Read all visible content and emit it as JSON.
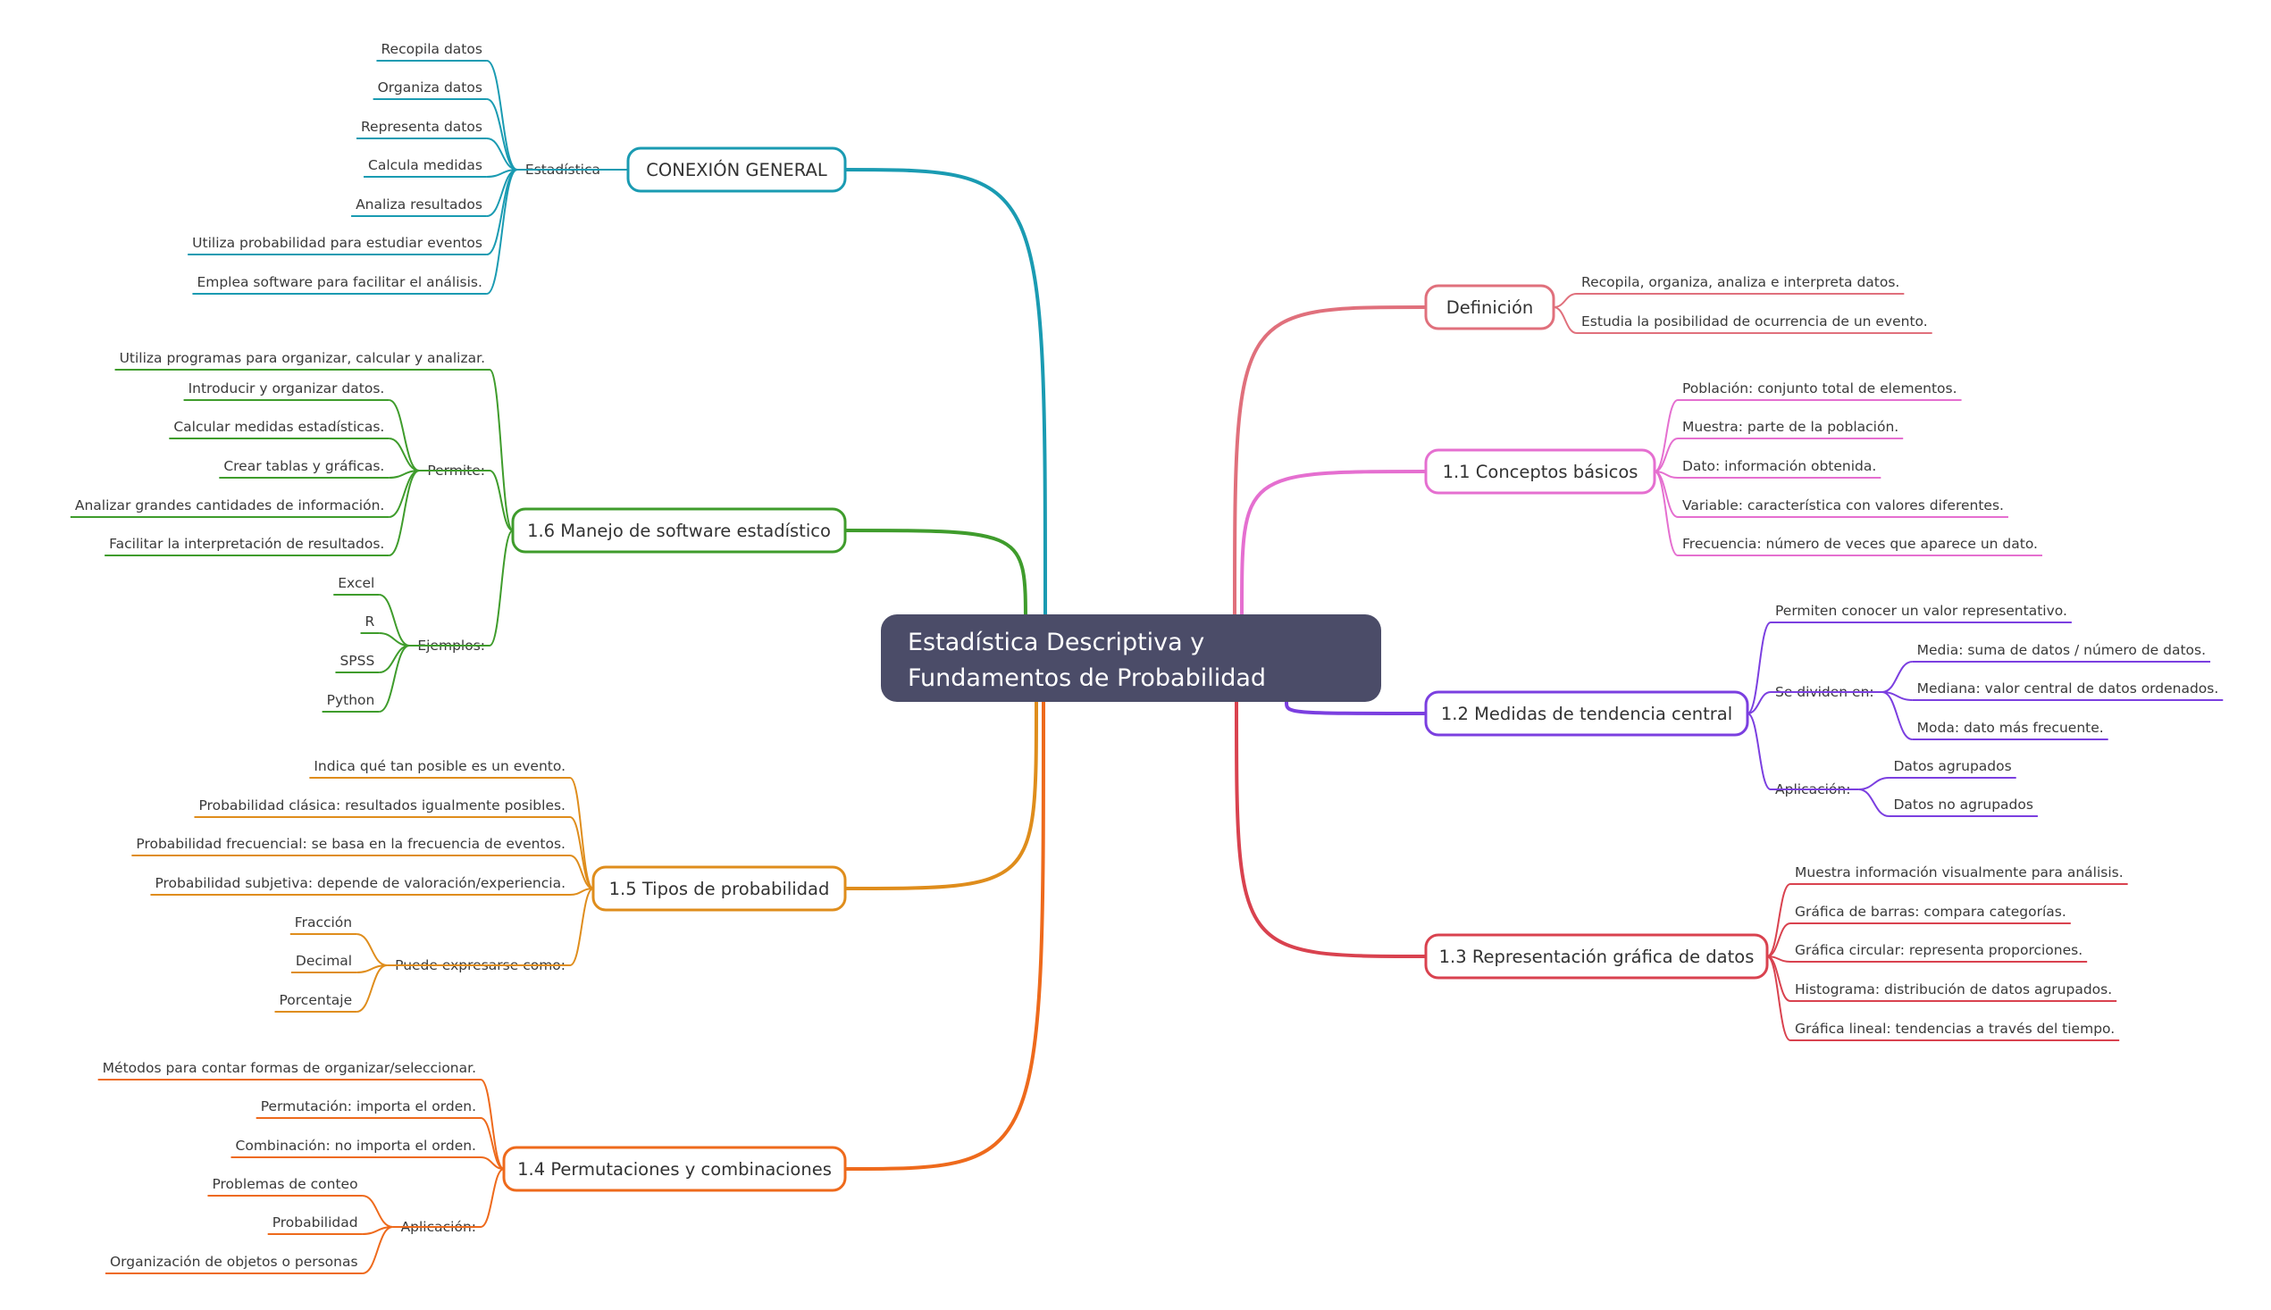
{
  "root": {
    "line1": "Estadística Descriptiva y",
    "line2": "Fundamentos de Probabilidad",
    "fill": "#4b4c68"
  },
  "branches": [
    {
      "id": "conexion",
      "label": "CONEXIÓN GENERAL",
      "color": "#1a9bb2",
      "items": [
        {
          "label": "Estadística",
          "children": [
            "Recopila datos",
            "Organiza datos",
            "Representa datos",
            "Calcula medidas",
            "Analiza resultados",
            "Utiliza probabilidad para estudiar eventos",
            "Emplea software para facilitar el análisis."
          ]
        }
      ]
    },
    {
      "id": "software",
      "label": "1.6 Manejo de software estadístico",
      "color": "#3f9c2c",
      "items": [
        {
          "label": "Utiliza programas para organizar, calcular y analizar."
        },
        {
          "label": "Permite:",
          "children": [
            "Introducir y organizar datos.",
            "Calcular medidas estadísticas.",
            "Crear tablas y gráficas.",
            "Analizar grandes cantidades de información.",
            "Facilitar la interpretación de resultados."
          ]
        },
        {
          "label": "Ejemplos:",
          "children": [
            "Excel",
            "R",
            "SPSS",
            "Python"
          ]
        }
      ]
    },
    {
      "id": "probabilidad",
      "label": "1.5 Tipos de probabilidad",
      "color": "#df8d1c",
      "items": [
        {
          "label": "Indica qué tan posible es un evento."
        },
        {
          "label": "Probabilidad clásica: resultados igualmente posibles."
        },
        {
          "label": "Probabilidad frecuencial: se basa en la frecuencia de eventos."
        },
        {
          "label": "Probabilidad subjetiva: depende de valoración/experiencia."
        },
        {
          "label": "Puede expresarse como:",
          "children": [
            "Fracción",
            "Decimal",
            "Porcentaje"
          ]
        }
      ]
    },
    {
      "id": "permutaciones",
      "label": "1.4 Permutaciones y combinaciones",
      "color": "#ee6a1c",
      "items": [
        {
          "label": "Métodos para contar formas de organizar/seleccionar."
        },
        {
          "label": "Permutación: importa el orden."
        },
        {
          "label": "Combinación: no importa el orden."
        },
        {
          "label": "Aplicación:",
          "children": [
            "Problemas de conteo",
            "Probabilidad",
            "Organización de objetos o personas"
          ]
        }
      ]
    },
    {
      "id": "definicion",
      "label": "Definición",
      "color": "#e0707c",
      "items": [
        {
          "label": "Recopila, organiza, analiza e interpreta datos."
        },
        {
          "label": "Estudia la posibilidad de ocurrencia de un evento."
        }
      ]
    },
    {
      "id": "conceptos",
      "label": "1.1 Conceptos básicos",
      "color": "#e56fd0",
      "items": [
        {
          "label": "Población: conjunto total de elementos."
        },
        {
          "label": "Muestra: parte de la población."
        },
        {
          "label": "Dato: información obtenida."
        },
        {
          "label": "Variable: característica con valores diferentes."
        },
        {
          "label": "Frecuencia: número de veces que aparece un dato."
        }
      ]
    },
    {
      "id": "tendencia",
      "label": "1.2 Medidas de tendencia central",
      "color": "#7b3fe0",
      "items": [
        {
          "label": "Permiten conocer un valor representativo."
        },
        {
          "label": "Se dividen en:",
          "children": [
            "Media: suma de datos / número de datos.",
            "Mediana: valor central de datos ordenados.",
            "Moda: dato más frecuente."
          ]
        },
        {
          "label": "Aplicación:",
          "children": [
            "Datos agrupados",
            "Datos no agrupados"
          ]
        }
      ]
    },
    {
      "id": "grafica",
      "label": "1.3 Representación gráfica de datos",
      "color": "#d9424f",
      "items": [
        {
          "label": "Muestra información visualmente para análisis."
        },
        {
          "label": "Gráfica de barras: compara categorías."
        },
        {
          "label": "Gráfica circular: representa proporciones."
        },
        {
          "label": "Histograma: distribución de datos agrupados."
        },
        {
          "label": "Gráfica lineal: tendencias a través del tiempo."
        }
      ]
    }
  ]
}
